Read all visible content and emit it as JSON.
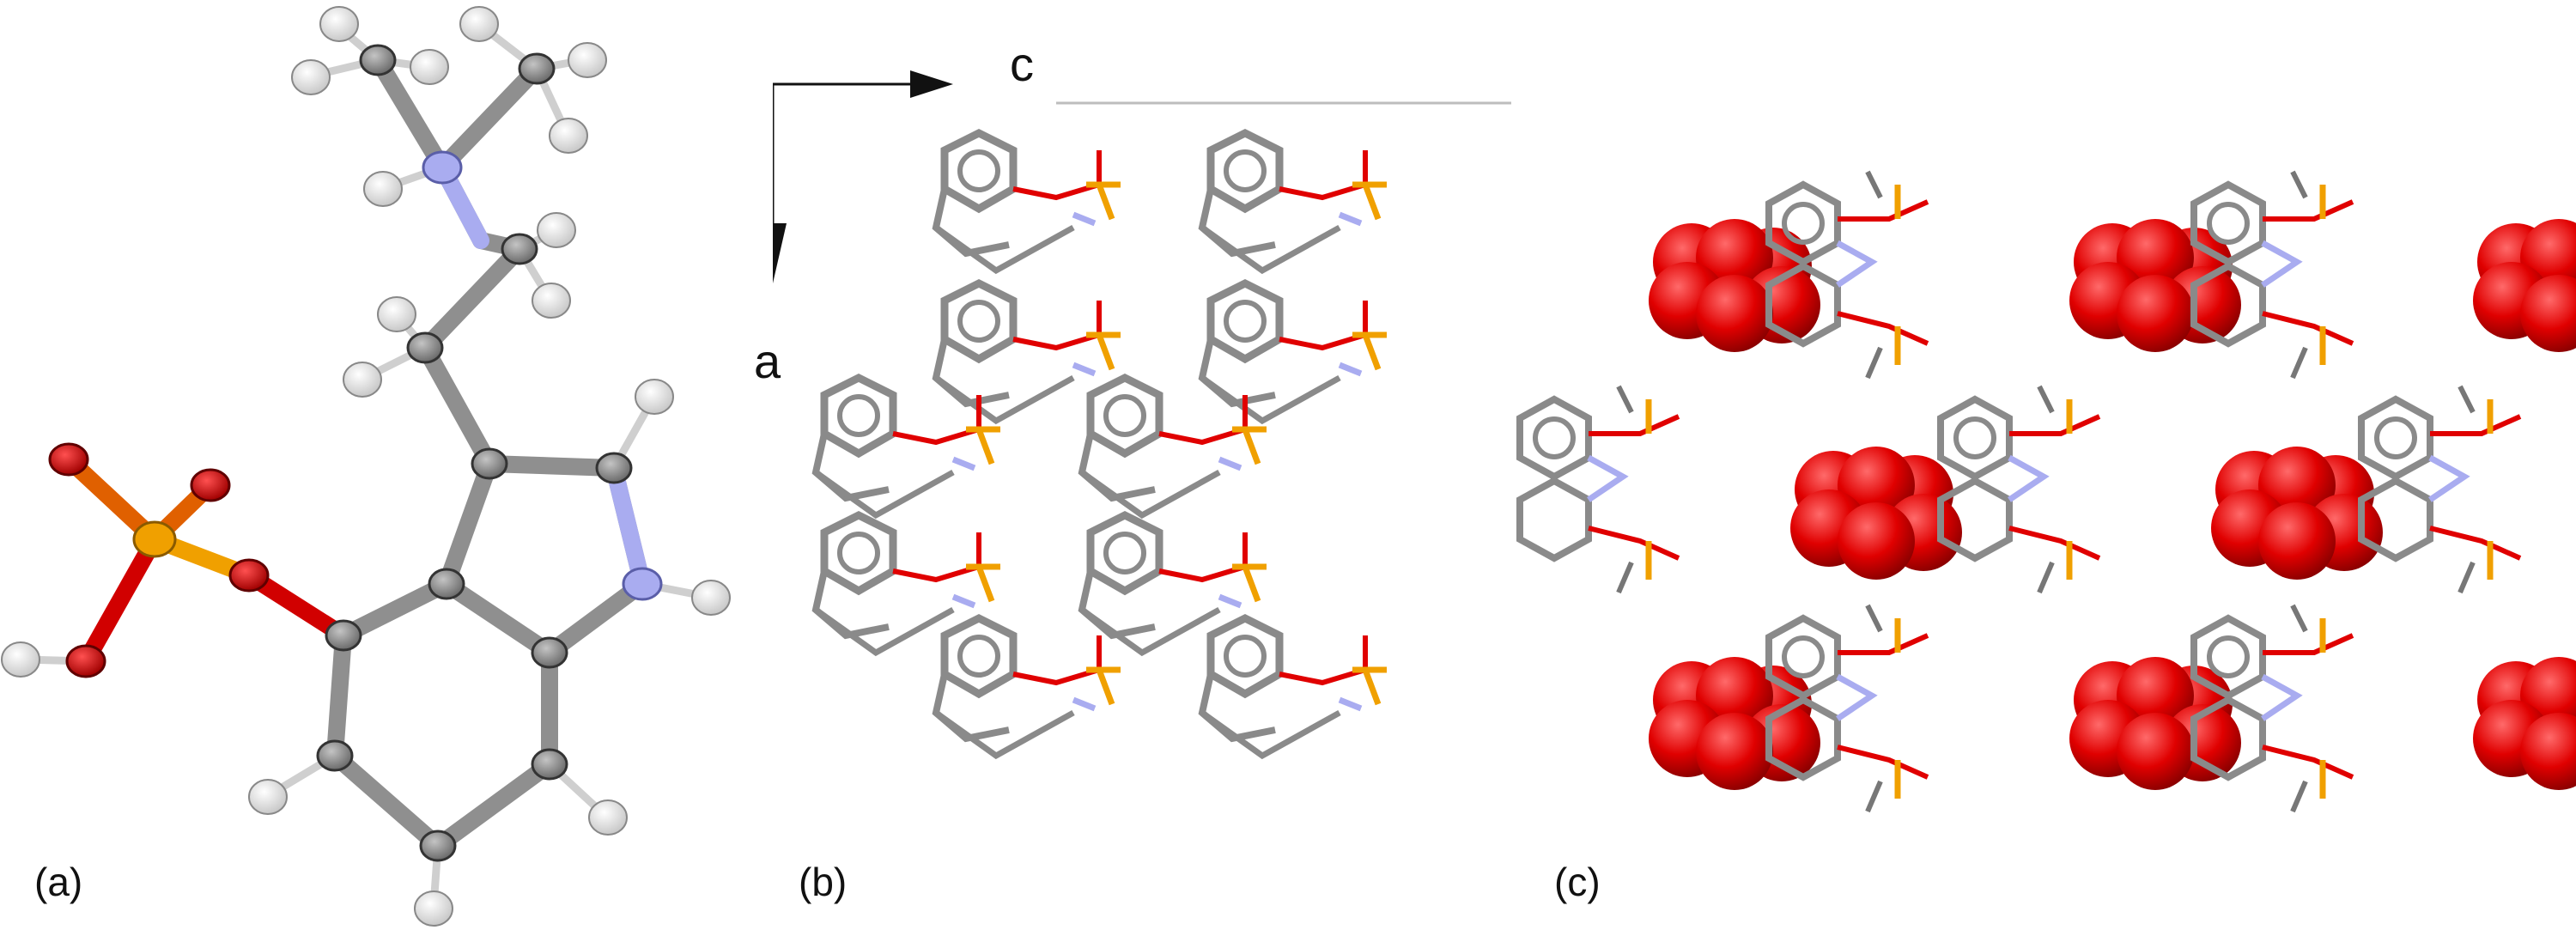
{
  "figure": {
    "panels": [
      {
        "id": "a",
        "label": "(a)"
      },
      {
        "id": "b",
        "label": "(b)"
      },
      {
        "id": "c",
        "label": "(c)"
      }
    ],
    "axes": {
      "horizontal": "c",
      "vertical": "a"
    }
  },
  "colors": {
    "carbon": "#9a9a9a",
    "carbon_edge": "#4a4a4a",
    "hydrogen": "#f2f2f2",
    "nitrogen": "#a9acf0",
    "oxygen": "#e60000",
    "phosphorus": "#f0a000",
    "water_sphere": "#e00000"
  }
}
